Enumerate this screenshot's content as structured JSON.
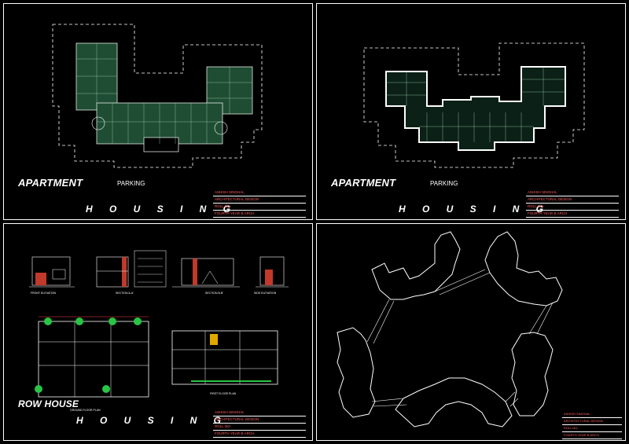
{
  "colors": {
    "background": "#000000",
    "lines": "#ffffff",
    "rooms": "#2e7d4f",
    "title_block_red": "#ff6060"
  },
  "panels": [
    {
      "title": "APARTMENT",
      "subtitle": "PARKING",
      "banner": "H O U S I N G",
      "title_block": [
        "ASHISH SINGHAL",
        "ARCHITECTURAL DESIGN",
        "ROLL NO-",
        "FOURTH YEAR B.ARCH"
      ]
    },
    {
      "title": "APARTMENT",
      "subtitle": "PARKING",
      "banner": "H O U S I N G",
      "title_block": [
        "ASHISH SINGHAL",
        "ARCHITECTURAL DESIGN",
        "ROLL NO-",
        "FOURTH YEAR B.ARCH"
      ]
    },
    {
      "title": "ROW HOUSE",
      "banner": "H O U S I N G",
      "drawing_labels": [
        "FRONT ELEVATION",
        "SECTION A-A'",
        "SECTION B-B'",
        "SIDE ELEVATION",
        "GROUND FLOOR PLAN",
        "FIRST FLOOR PLAN"
      ],
      "title_block": [
        "ASHISH SINGHAL",
        "ARCHITECTURAL DESIGN",
        "ROLL NO-",
        "FOURTH YEAR B.ARCH"
      ]
    },
    {
      "title_block": [
        "ASHISH SINGHAL",
        "ARCHITECTURAL DESIGN",
        "ROLL NO-",
        "FOURTH YEAR B.ARCH"
      ]
    }
  ]
}
